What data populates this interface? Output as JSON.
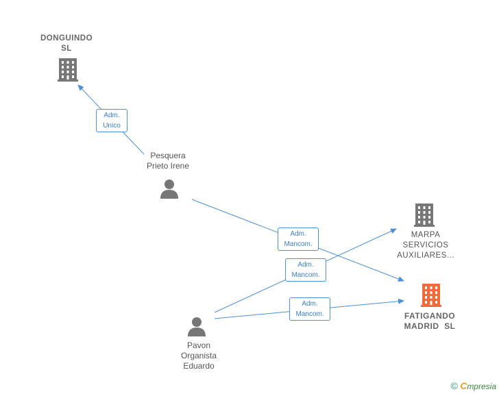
{
  "nodes": {
    "donguindo": {
      "label_line1": "DONGUINDO",
      "label_line2": "SL",
      "type": "company"
    },
    "pesquera": {
      "label_line1": "Pesquera",
      "label_line2": "Prieto Irene",
      "type": "person"
    },
    "marpa": {
      "label_line1": "MARPA",
      "label_line2": "SERVICIOS",
      "label_line3": "AUXILIARES...",
      "type": "company"
    },
    "fatigando": {
      "label_line1": "FATIGANDO",
      "label_line2": "MADRID  SL",
      "type": "company",
      "highlight": true
    },
    "pavon": {
      "label_line1": "Pavon",
      "label_line2": "Organista",
      "label_line3": "Eduardo",
      "type": "person"
    }
  },
  "edges": {
    "pesquera_donguindo": {
      "line1": "Adm.",
      "line2": "Unico"
    },
    "pesquera_fatigando": {
      "line1": "Adm.",
      "line2": "Mancom."
    },
    "pavon_marpa": {
      "line1": "Adm.",
      "line2": "Mancom."
    },
    "pavon_fatigando": {
      "line1": "Adm.",
      "line2": "Mancom."
    }
  },
  "colors": {
    "edge": "#4a8fd9",
    "company_icon": "#777777",
    "main_company_icon": "#f26a3a",
    "person_icon": "#777777"
  },
  "icons": {
    "company": "building-icon",
    "person": "person-icon"
  },
  "footer": {
    "copyright": "©",
    "brand_initial": "C",
    "brand_rest": "mpresia"
  }
}
